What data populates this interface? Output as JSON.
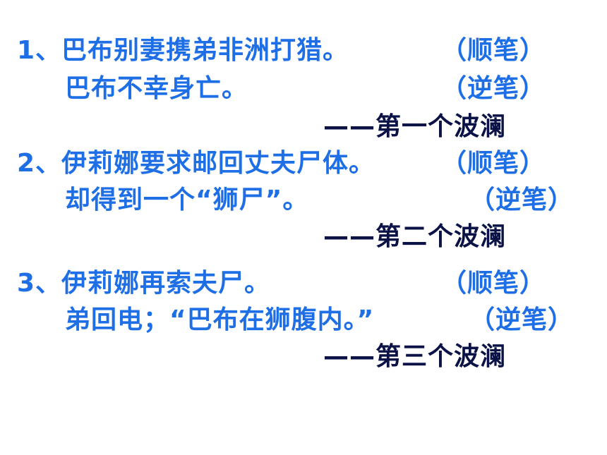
{
  "colors": {
    "point_text": "#1e6ee6",
    "wave_label": "#0a1246"
  },
  "points": [
    {
      "line1": {
        "text": "1、巴布别妻携弟非洲打猎。",
        "mark": "（顺笔）"
      },
      "line2": {
        "text": "巴布不幸身亡。",
        "mark": "（逆笔）"
      },
      "wave": "——第一个波澜"
    },
    {
      "line1": {
        "text": "2、伊莉娜要求邮回丈夫尸体。",
        "mark": "（顺笔）"
      },
      "line2": {
        "text": "却得到一个“狮尸”。",
        "mark": "（逆笔）"
      },
      "wave": "——第二个波澜"
    },
    {
      "line1": {
        "text": "3、伊莉娜再索夫尸。",
        "mark": "（顺笔）"
      },
      "line2": {
        "text": "弟回电；“巴布在狮腹内。”",
        "mark": "（逆笔）"
      },
      "wave": "——第三个波澜"
    }
  ]
}
